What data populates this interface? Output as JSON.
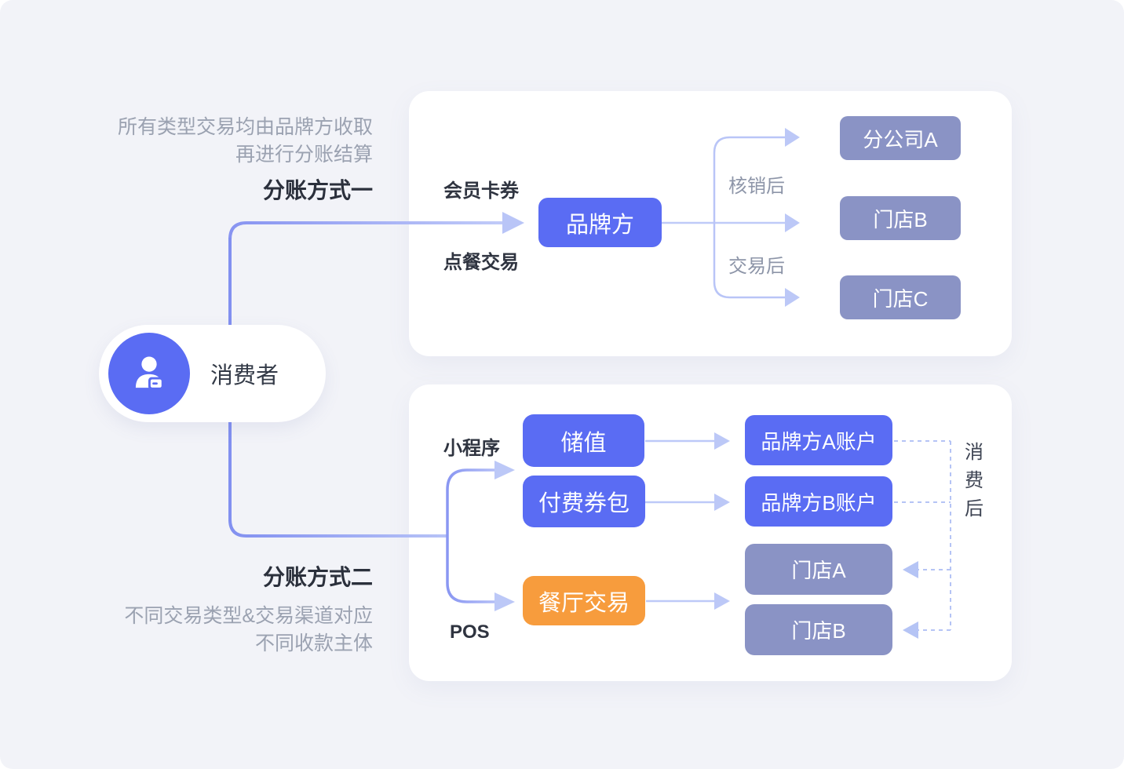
{
  "consumer": {
    "label": "消费者",
    "icon": "person-badge-icon"
  },
  "method1": {
    "desc_line1": "所有类型交易均由品牌方收取",
    "desc_line2": "再进行分账结算",
    "title": "分账方式一",
    "channel_top": "会员卡券",
    "channel_bottom": "点餐交易",
    "hub": "品牌方",
    "branch_label_top": "核销后",
    "branch_label_bottom": "交易后",
    "target_1": "分公司A",
    "target_2": "门店B",
    "target_3": "门店C"
  },
  "method2": {
    "title": "分账方式二",
    "desc_line1": "不同交易类型&交易渠道对应",
    "desc_line2": "不同收款主体",
    "channel_top": "小程序",
    "channel_bottom": "POS",
    "source_1": "储值",
    "source_2": "付费券包",
    "source_3": "餐厅交易",
    "target_1": "品牌方A账户",
    "target_2": "品牌方B账户",
    "target_3": "门店A",
    "target_4": "门店B",
    "note_vertical": "消费后"
  },
  "colors": {
    "background": "#F2F3F8",
    "card": "#FFFFFF",
    "blue_node": "#5A6CF3",
    "gray_node": "#8A93C5",
    "orange_node": "#F79C3D",
    "connector_strong": "#8290F0",
    "connector_light": "#BCC8F7",
    "dashed_connector": "#B5C4F5"
  }
}
